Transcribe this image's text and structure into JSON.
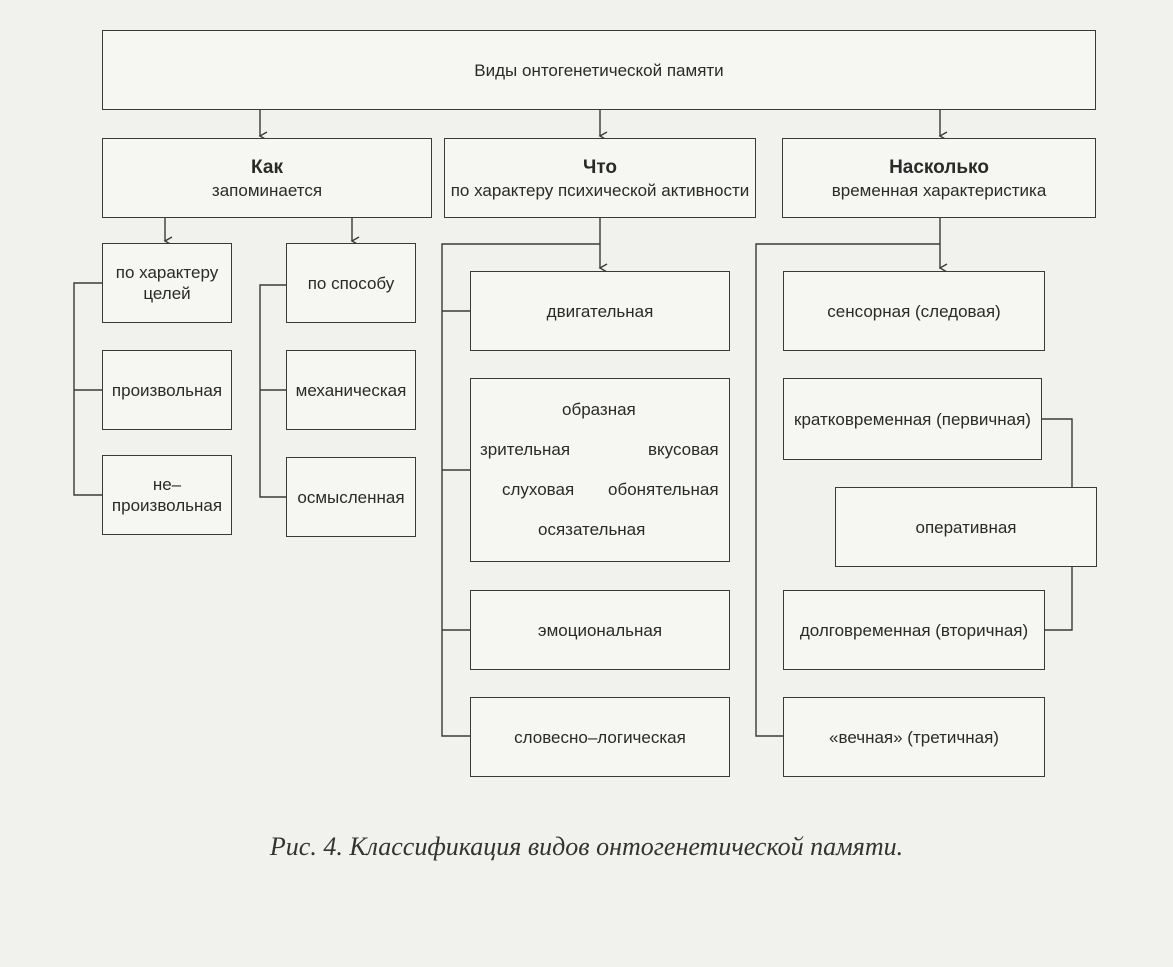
{
  "root": "Виды онтогенетической памяти",
  "how": {
    "title": "Как",
    "subtitle": "запоминается"
  },
  "what": {
    "title": "Что",
    "subtitle": "по характеру психической активности"
  },
  "howlong": {
    "title": "Насколько",
    "subtitle": "временная характеристика"
  },
  "goals": {
    "line1": "по характеру",
    "line2": "целей"
  },
  "method": "по способу",
  "voluntary": "произвольная",
  "involuntary": {
    "line1": "не–",
    "line2": "произвольная"
  },
  "mechanical": "механическая",
  "meaningful": "осмысленная",
  "motor": "двигательная",
  "figurative": {
    "title": "образная",
    "visual": "зрительная",
    "taste": "вкусовая",
    "auditory": "слуховая",
    "olfactory": "обонятельная",
    "tactile": "осязательная"
  },
  "emotional": "эмоциональная",
  "verbal": "словесно–логическая",
  "sensory": "сенсорная (следовая)",
  "shortterm": "кратковременная (первичная)",
  "operative": "оперативная",
  "longterm": "долговременная (вторичная)",
  "eternal": "«вечная» (третичная)",
  "caption": "Рис. 4. Классификация видов онтогенетической памяти."
}
